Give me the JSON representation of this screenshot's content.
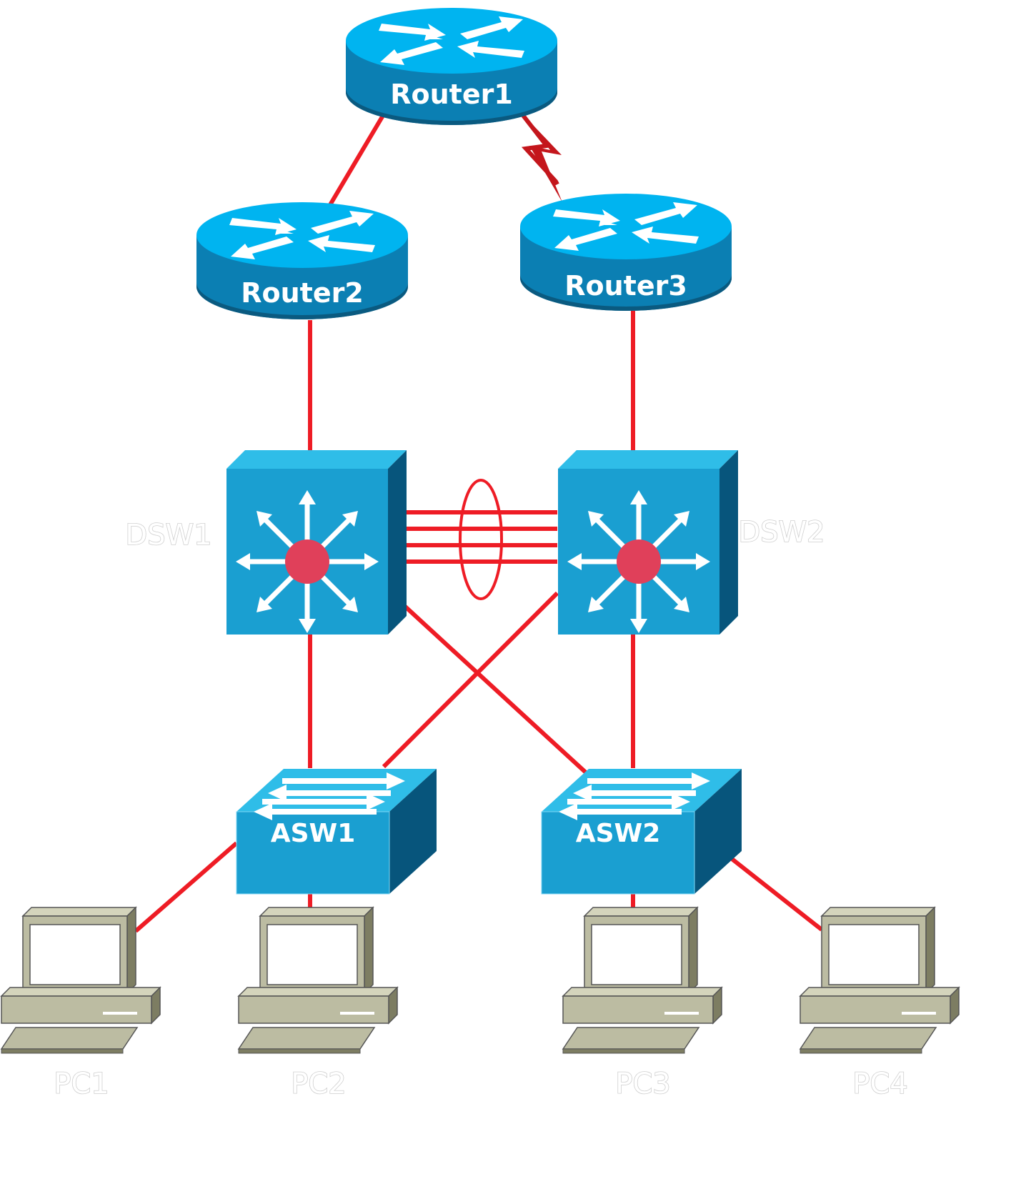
{
  "routers": [
    {
      "id": "router1",
      "label": "Router1"
    },
    {
      "id": "router2",
      "label": "Router2"
    },
    {
      "id": "router3",
      "label": "Router3"
    }
  ],
  "distribution": [
    {
      "id": "dsw1",
      "label": "DSW1"
    },
    {
      "id": "dsw2",
      "label": "DSW2"
    }
  ],
  "access": [
    {
      "id": "asw1",
      "label": "ASW1"
    },
    {
      "id": "asw2",
      "label": "ASW2"
    }
  ],
  "hosts": [
    {
      "id": "pc1",
      "label": "PC1"
    },
    {
      "id": "pc2",
      "label": "PC2"
    },
    {
      "id": "pc3",
      "label": "PC3"
    },
    {
      "id": "pc4",
      "label": "PC4"
    }
  ],
  "links": [
    {
      "from": "Router1",
      "to": "Router2",
      "type": "ethernet"
    },
    {
      "from": "Router1",
      "to": "Router3",
      "type": "serial"
    },
    {
      "from": "Router2",
      "to": "DSW1",
      "type": "ethernet"
    },
    {
      "from": "Router3",
      "to": "DSW2",
      "type": "ethernet"
    },
    {
      "from": "DSW1",
      "to": "DSW2",
      "type": "etherchannel",
      "members": 4
    },
    {
      "from": "DSW1",
      "to": "ASW1",
      "type": "ethernet"
    },
    {
      "from": "DSW1",
      "to": "ASW2",
      "type": "ethernet"
    },
    {
      "from": "DSW2",
      "to": "ASW1",
      "type": "ethernet"
    },
    {
      "from": "DSW2",
      "to": "ASW2",
      "type": "ethernet"
    },
    {
      "from": "ASW1",
      "to": "PC1",
      "type": "ethernet"
    },
    {
      "from": "ASW1",
      "to": "PC2",
      "type": "ethernet"
    },
    {
      "from": "ASW2",
      "to": "PC3",
      "type": "ethernet"
    },
    {
      "from": "ASW2",
      "to": "PC4",
      "type": "ethernet"
    }
  ],
  "colors": {
    "link": "#ee1c25",
    "device_top": "#00b4f0",
    "device_side": "#0b7fb3",
    "device_dark": "#0a5a80",
    "switch_center": "#e0405a",
    "pc_body": "#bcbca2",
    "pc_shadow": "#7d7d62"
  }
}
